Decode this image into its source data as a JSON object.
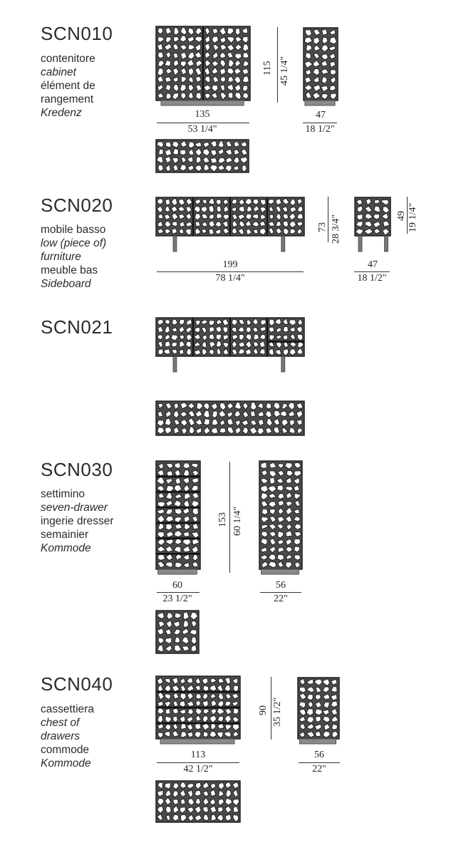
{
  "products": [
    {
      "code": "SCN010",
      "desc": [
        "contenitore",
        "cabinet",
        "élément de",
        "rangement",
        "Kredenz"
      ],
      "italic": [
        false,
        true,
        false,
        false,
        true
      ],
      "width_cm": "135",
      "width_in": "53 1/4\"",
      "height_cm": "115",
      "height_in": "45 1/4\"",
      "depth_cm": "47",
      "depth_in": "18 1/2\""
    },
    {
      "code": "SCN020",
      "desc": [
        "mobile basso",
        "low (piece of)",
        "furniture",
        "meuble bas",
        "Sideboard"
      ],
      "italic": [
        false,
        true,
        true,
        false,
        true
      ],
      "width_cm": "199",
      "width_in": "78 1/4\"",
      "height_cm": "73",
      "height_in": "28 3/4\"",
      "depth_cm": "47",
      "depth_in": "18 1/2\"",
      "side_height_cm": "49",
      "side_height_in": "19 1/4\""
    },
    {
      "code": "SCN021",
      "desc": []
    },
    {
      "code": "SCN030",
      "desc": [
        "settimino",
        "seven-drawer",
        "ingerie dresser",
        "semainier",
        "Kommode"
      ],
      "italic": [
        false,
        true,
        false,
        false,
        true
      ],
      "width_cm": "60",
      "width_in": "23 1/2\"",
      "height_cm": "153",
      "height_in": "60 1/4\"",
      "depth_cm": "56",
      "depth_in": "22\""
    },
    {
      "code": "SCN040",
      "desc": [
        "cassettiera",
        "chest of",
        "drawers",
        "commode",
        "Kommode"
      ],
      "italic": [
        false,
        true,
        true,
        false,
        true
      ],
      "width_cm": "113",
      "width_in": "42 1/2\"",
      "height_cm": "90",
      "height_in": "35 1/2\"",
      "depth_cm": "56",
      "depth_in": "22\""
    }
  ]
}
